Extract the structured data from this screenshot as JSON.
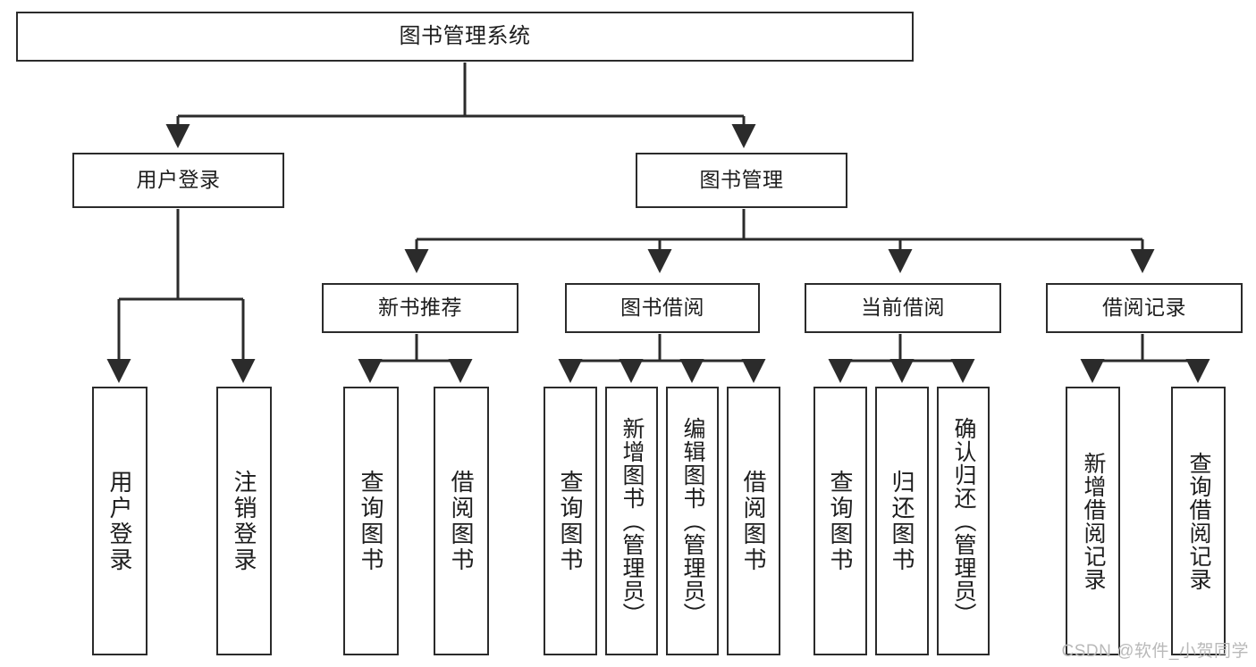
{
  "diagram": {
    "title": "图书管理系统",
    "type": "tree-hierarchy",
    "watermark": "CSDN @软件_小贺同学",
    "line_color": "#2b2b2b",
    "box_fill": "#ffffff",
    "text_color": "#1d1d1d",
    "watermark_color": "#b9b9b9"
  },
  "nodes": {
    "root": {
      "label": "图书管理系统"
    },
    "level2": [
      {
        "label": "用户登录"
      },
      {
        "label": "图书管理"
      }
    ],
    "level3": [
      {
        "label": "新书推荐"
      },
      {
        "label": "图书借阅"
      },
      {
        "label": "当前借阅"
      },
      {
        "label": "借阅记录"
      }
    ],
    "leaves_user_login": [
      {
        "label": "用户登录"
      },
      {
        "label": "注销登录"
      }
    ],
    "leaves_new_book": [
      {
        "label": "查询图书"
      },
      {
        "label": "借阅图书"
      }
    ],
    "leaves_book_borrow": [
      {
        "label": "查询图书"
      },
      {
        "label": "新增图书（管理员）"
      },
      {
        "label": "编辑图书（管理员）"
      },
      {
        "label": "借阅图书"
      }
    ],
    "leaves_current_borrow": [
      {
        "label": "查询图书"
      },
      {
        "label": "归还图书"
      },
      {
        "label": "确认归还（管理员）"
      }
    ],
    "leaves_borrow_record": [
      {
        "label": "新增借阅记录"
      },
      {
        "label": "查询借阅记录"
      }
    ]
  }
}
